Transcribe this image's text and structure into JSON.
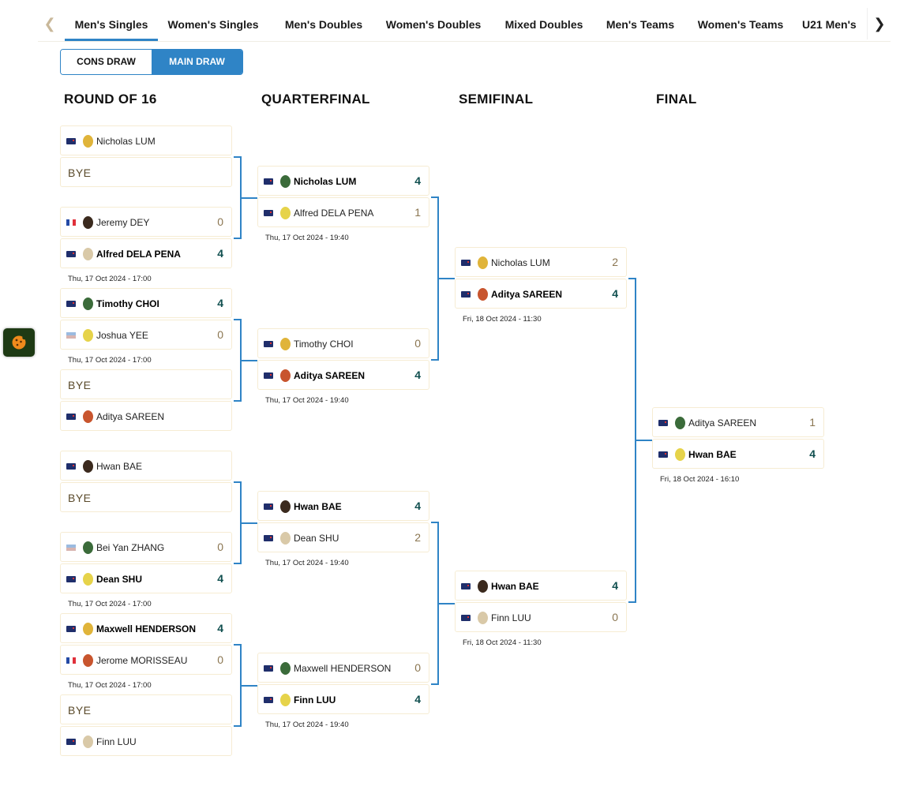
{
  "tabs": {
    "prev_icon": "chevron-left-icon",
    "next_icon": "chevron-right-icon",
    "items": [
      {
        "label": "Men's Singles",
        "active": true
      },
      {
        "label": "Women's Singles",
        "active": false
      },
      {
        "label": "Men's Doubles",
        "active": false
      },
      {
        "label": "Women's Doubles",
        "active": false
      },
      {
        "label": "Mixed Doubles",
        "active": false
      },
      {
        "label": "Men's Teams",
        "active": false
      },
      {
        "label": "Women's Teams",
        "active": false
      },
      {
        "label": "U21 Men's",
        "active": false
      }
    ]
  },
  "draw_toggle": {
    "cons_label": "CONS DRAW",
    "main_label": "MAIN DRAW",
    "selected": "MAIN DRAW"
  },
  "rounds": {
    "r16": "ROUND OF 16",
    "qf": "QUARTERFINAL",
    "sf": "SEMIFINAL",
    "final": "FINAL"
  },
  "bye_label": "BYE",
  "colors": {
    "accent": "#2f84c6",
    "win_score": "#104f4f",
    "lose_score": "#8a7550",
    "row_border": "#f6ecd3"
  },
  "r16_matches": [
    {
      "p1": {
        "name": "Nicholas LUM",
        "flag": "nz"
      },
      "p2": {
        "bye": true
      },
      "time": ""
    },
    {
      "p1": {
        "name": "Jeremy DEY",
        "flag": "fr",
        "score": "0"
      },
      "p2": {
        "name": "Alfred DELA PENA",
        "flag": "nz",
        "score": "4",
        "win": true
      },
      "time": "Thu, 17 Oct 2024 - 17:00"
    },
    {
      "p1": {
        "name": "Timothy CHOI",
        "flag": "nz",
        "score": "4",
        "win": true
      },
      "p2": {
        "name": "Joshua YEE",
        "flag": "ot",
        "score": "0"
      },
      "time": "Thu, 17 Oct 2024 - 17:00"
    },
    {
      "p1": {
        "bye": true
      },
      "p2": {
        "name": "Aditya SAREEN",
        "flag": "nz"
      },
      "time": ""
    },
    {
      "p1": {
        "name": "Hwan BAE",
        "flag": "nz"
      },
      "p2": {
        "bye": true
      },
      "time": ""
    },
    {
      "p1": {
        "name": "Bei Yan ZHANG",
        "flag": "ot",
        "score": "0"
      },
      "p2": {
        "name": "Dean SHU",
        "flag": "nz",
        "score": "4",
        "win": true
      },
      "time": "Thu, 17 Oct 2024 - 17:00"
    },
    {
      "p1": {
        "name": "Maxwell HENDERSON",
        "flag": "nz",
        "score": "4",
        "win": true
      },
      "p2": {
        "name": "Jerome MORISSEAU",
        "flag": "fr",
        "score": "0"
      },
      "time": "Thu, 17 Oct 2024 - 17:00"
    },
    {
      "p1": {
        "bye": true
      },
      "p2": {
        "name": "Finn LUU",
        "flag": "nz"
      },
      "time": ""
    }
  ],
  "qf_matches": [
    {
      "p1": {
        "name": "Nicholas LUM",
        "flag": "nz",
        "score": "4",
        "win": true
      },
      "p2": {
        "name": "Alfred DELA PENA",
        "flag": "nz",
        "score": "1"
      },
      "time": "Thu, 17 Oct 2024 - 19:40"
    },
    {
      "p1": {
        "name": "Timothy CHOI",
        "flag": "nz",
        "score": "0"
      },
      "p2": {
        "name": "Aditya SAREEN",
        "flag": "nz",
        "score": "4",
        "win": true
      },
      "time": "Thu, 17 Oct 2024 - 19:40"
    },
    {
      "p1": {
        "name": "Hwan BAE",
        "flag": "nz",
        "score": "4",
        "win": true
      },
      "p2": {
        "name": "Dean SHU",
        "flag": "nz",
        "score": "2"
      },
      "time": "Thu, 17 Oct 2024 - 19:40"
    },
    {
      "p1": {
        "name": "Maxwell HENDERSON",
        "flag": "nz",
        "score": "0"
      },
      "p2": {
        "name": "Finn LUU",
        "flag": "nz",
        "score": "4",
        "win": true
      },
      "time": "Thu, 17 Oct 2024 - 19:40"
    }
  ],
  "sf_matches": [
    {
      "p1": {
        "name": "Nicholas LUM",
        "flag": "nz",
        "score": "2"
      },
      "p2": {
        "name": "Aditya SAREEN",
        "flag": "nz",
        "score": "4",
        "win": true
      },
      "time": "Fri, 18 Oct 2024 - 11:30"
    },
    {
      "p1": {
        "name": "Hwan BAE",
        "flag": "nz",
        "score": "4",
        "win": true
      },
      "p2": {
        "name": "Finn LUU",
        "flag": "nz",
        "score": "0"
      },
      "time": "Fri, 18 Oct 2024 - 11:30"
    }
  ],
  "final_matches": [
    {
      "p1": {
        "name": "Aditya SAREEN",
        "flag": "nz",
        "score": "1"
      },
      "p2": {
        "name": "Hwan BAE",
        "flag": "nz",
        "score": "4",
        "win": true
      },
      "time": "Fri, 18 Oct 2024 - 16:10"
    }
  ],
  "cookie_icon": "cookie-icon"
}
